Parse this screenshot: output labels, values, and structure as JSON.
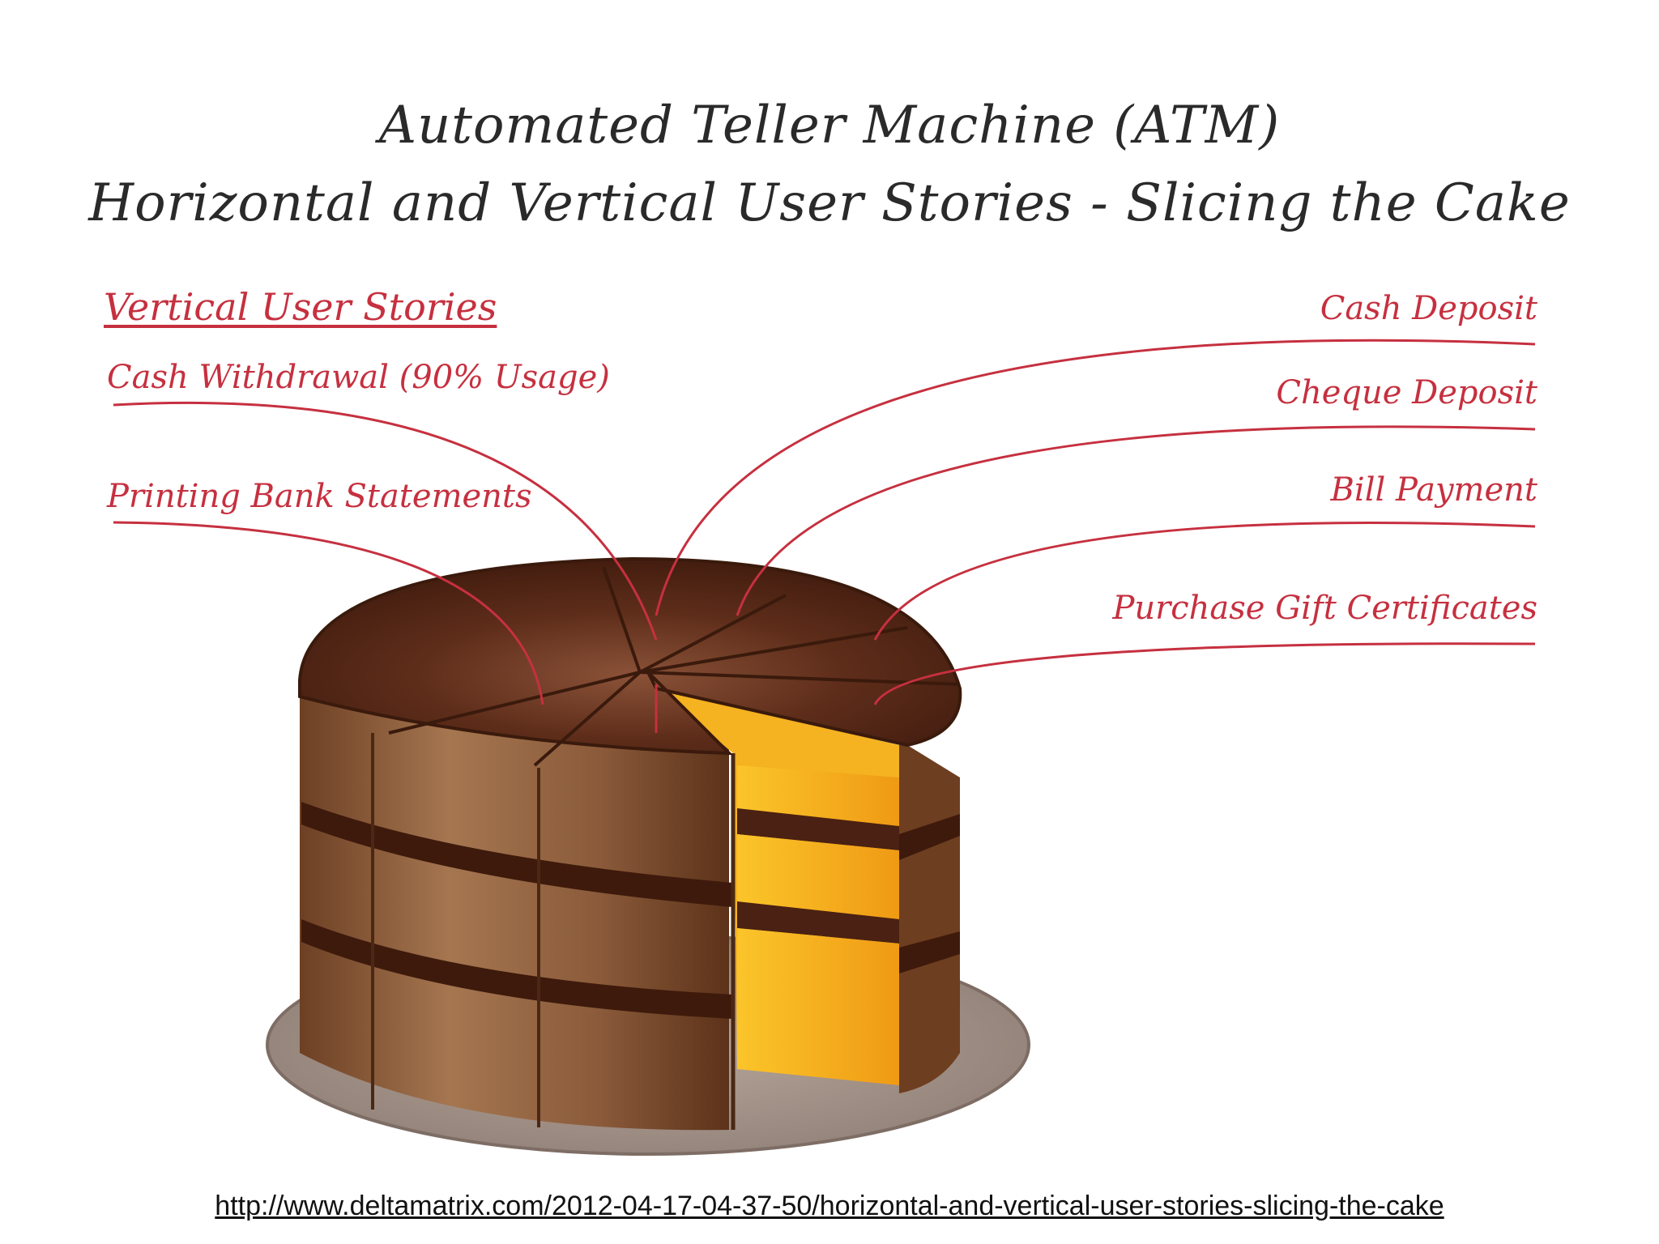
{
  "title": {
    "line1": "Automated Teller Machine (ATM)",
    "line2": "Horizontal and Vertical User Stories - Slicing the Cake"
  },
  "section_heading": "Vertical User Stories",
  "stories_left": [
    "Cash Withdrawal (90% Usage)",
    "Printing Bank Statements"
  ],
  "stories_right": [
    "Cash Deposit",
    "Cheque Deposit",
    "Bill Payment",
    "Purchase Gift Certificates"
  ],
  "source_url": "http://www.deltamatrix.com/2012-04-17-04-37-50/horizontal-and-vertical-user-stories-slicing-the-cake",
  "colors": {
    "label_red": "#c6303f",
    "cake_brown": "#8a5a3c",
    "cake_top": "#5a2c18",
    "filling": "#4a2112",
    "sponge": "#f6b21d",
    "plate": "#9c8a80"
  },
  "icons": [
    "cake-illustration"
  ]
}
